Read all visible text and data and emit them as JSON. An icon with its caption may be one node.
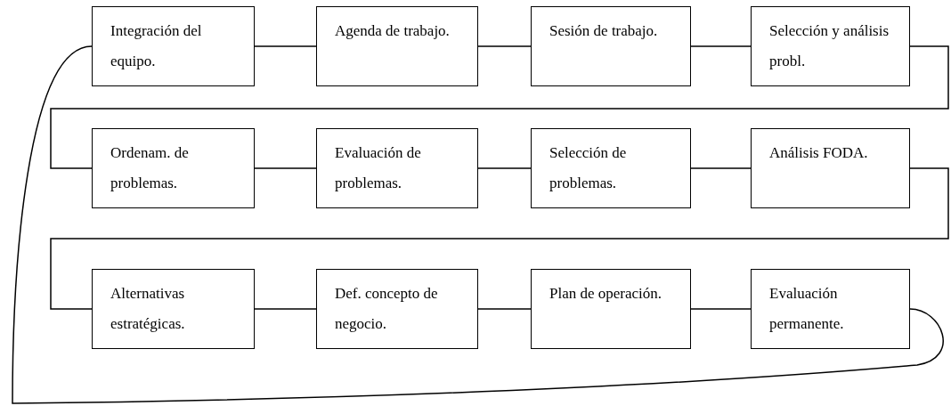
{
  "diagram": {
    "nodes": [
      {
        "text": [
          "Integración del equipo."
        ]
      },
      {
        "text": [
          "Agenda de trabajo."
        ]
      },
      {
        "text": [
          "Sesión de trabajo."
        ]
      },
      {
        "text": [
          "Selección y análisis probl."
        ]
      },
      {
        "text": [
          "Ordenam. de problemas."
        ]
      },
      {
        "text": [
          "Evaluación de problemas."
        ]
      },
      {
        "text": [
          "Selección de problemas."
        ]
      },
      {
        "text": [
          "Análisis FODA."
        ]
      },
      {
        "text": [
          "Alternativas estratégicas."
        ]
      },
      {
        "text": [
          "Def. concepto de negocio."
        ]
      },
      {
        "text": [
          "Plan de operación."
        ]
      },
      {
        "text": [
          "Evaluación permanente."
        ]
      }
    ],
    "edges": [
      {
        "from": 0,
        "to": 1,
        "arrow": "none"
      },
      {
        "from": 1,
        "to": 2,
        "arrow": "none"
      },
      {
        "from": 2,
        "to": 3,
        "arrow": "none"
      },
      {
        "from": 3,
        "to": 4,
        "arrow": "none"
      },
      {
        "from": 4,
        "to": 5,
        "arrow": "none"
      },
      {
        "from": 5,
        "to": 6,
        "arrow": "none"
      },
      {
        "from": 6,
        "to": 7,
        "arrow": "none"
      },
      {
        "from": 7,
        "to": 8,
        "arrow": "none"
      },
      {
        "from": 8,
        "to": 9,
        "arrow": "none"
      },
      {
        "from": 9,
        "to": 10,
        "arrow": "none"
      },
      {
        "from": 10,
        "to": 11,
        "arrow": "none"
      },
      {
        "from": 11,
        "to": 0,
        "arrow": "none"
      }
    ]
  }
}
